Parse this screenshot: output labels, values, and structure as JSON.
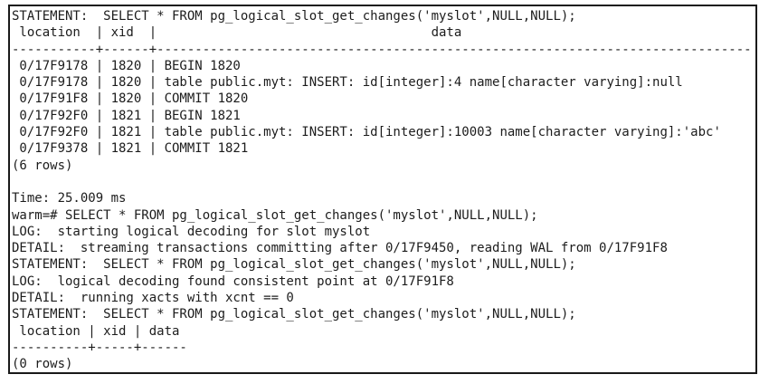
{
  "terminal": {
    "lines": [
      "STATEMENT:  SELECT * FROM pg_logical_slot_get_changes('myslot',NULL,NULL);",
      " location  | xid  |                                    data",
      "-----------+------+---------------------------------------------------------------------------------",
      " 0/17F9178 | 1820 | BEGIN 1820",
      " 0/17F9178 | 1820 | table public.myt: INSERT: id[integer]:4 name[character varying]:null",
      " 0/17F91F8 | 1820 | COMMIT 1820",
      " 0/17F92F0 | 1821 | BEGIN 1821",
      " 0/17F92F0 | 1821 | table public.myt: INSERT: id[integer]:10003 name[character varying]:'abc'",
      " 0/17F9378 | 1821 | COMMIT 1821",
      "(6 rows)",
      "",
      "Time: 25.009 ms",
      "warm=# SELECT * FROM pg_logical_slot_get_changes('myslot',NULL,NULL);",
      "LOG:  starting logical decoding for slot myslot",
      "DETAIL:  streaming transactions committing after 0/17F9450, reading WAL from 0/17F91F8",
      "STATEMENT:  SELECT * FROM pg_logical_slot_get_changes('myslot',NULL,NULL);",
      "LOG:  logical decoding found consistent point at 0/17F91F8",
      "DETAIL:  running xacts with xcnt == 0",
      "STATEMENT:  SELECT * FROM pg_logical_slot_get_changes('myslot',NULL,NULL);",
      " location | xid | data",
      "----------+-----+------",
      "(0 rows)"
    ]
  }
}
